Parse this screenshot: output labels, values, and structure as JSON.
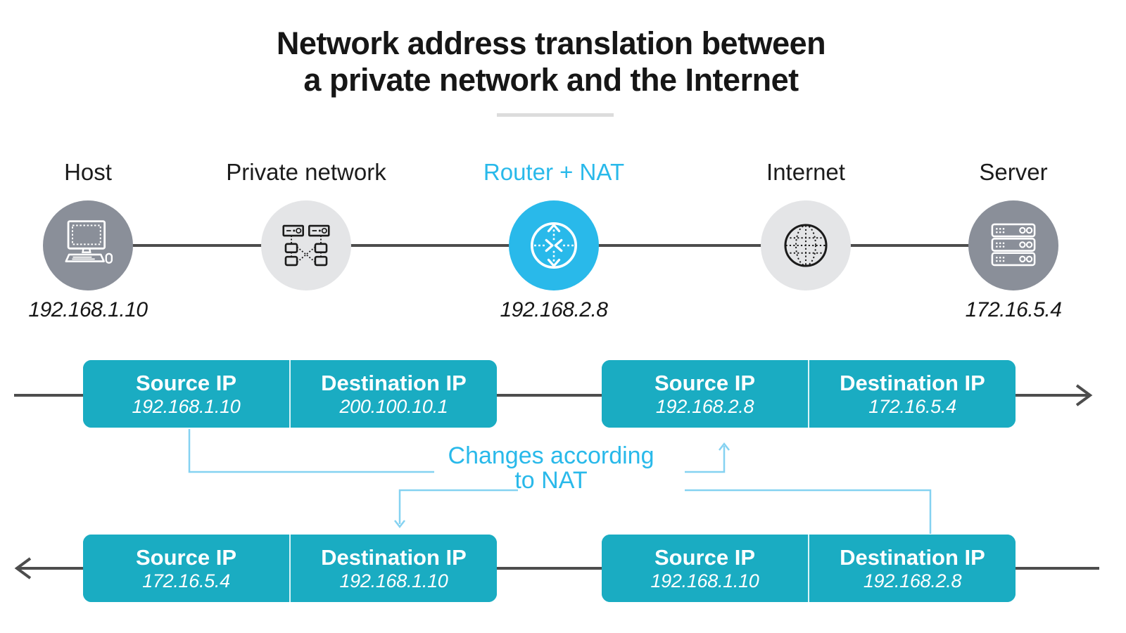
{
  "title": {
    "line1": "Network address translation between",
    "line2": "a private network and the Internet"
  },
  "nodes": [
    {
      "id": "host",
      "label": "Host",
      "ip": "192.168.1.10",
      "icon": "computer-icon",
      "variant": "dark-gray"
    },
    {
      "id": "private-network",
      "label": "Private network",
      "ip": "",
      "icon": "network-icon",
      "variant": "light-gray"
    },
    {
      "id": "router-nat",
      "label": "Router + NAT",
      "ip": "192.168.2.8",
      "icon": "router-icon",
      "variant": "cyan"
    },
    {
      "id": "internet",
      "label": "Internet",
      "ip": "",
      "icon": "globe-icon",
      "variant": "light-gray"
    },
    {
      "id": "server",
      "label": "Server",
      "ip": "172.16.5.4",
      "icon": "server-icon",
      "variant": "dark-gray"
    }
  ],
  "packets": {
    "top_left": {
      "source_label": "Source IP",
      "source_ip": "192.168.1.10",
      "dest_label": "Destination IP",
      "dest_ip": "200.100.10.1"
    },
    "top_right": {
      "source_label": "Source IP",
      "source_ip": "192.168.2.8",
      "dest_label": "Destination IP",
      "dest_ip": "172.16.5.4"
    },
    "bottom_left": {
      "source_label": "Source IP",
      "source_ip": "172.16.5.4",
      "dest_label": "Destination IP",
      "dest_ip": "192.168.1.10"
    },
    "bottom_right": {
      "source_label": "Source IP",
      "source_ip": "192.168.1.10",
      "dest_label": "Destination IP",
      "dest_ip": "192.168.2.8"
    }
  },
  "annotation": {
    "line1": "Changes according",
    "line2": "to NAT"
  },
  "colors": {
    "teal_box": "#1aacc2",
    "cyan_accent": "#29b9ea",
    "connector_line": "#85d2f1",
    "dark_gray_node": "#8a8f99",
    "light_gray_node": "#e4e5e7",
    "flow_line": "#4d4d4d",
    "title_text": "#161616",
    "divider": "#dcdcdc"
  }
}
